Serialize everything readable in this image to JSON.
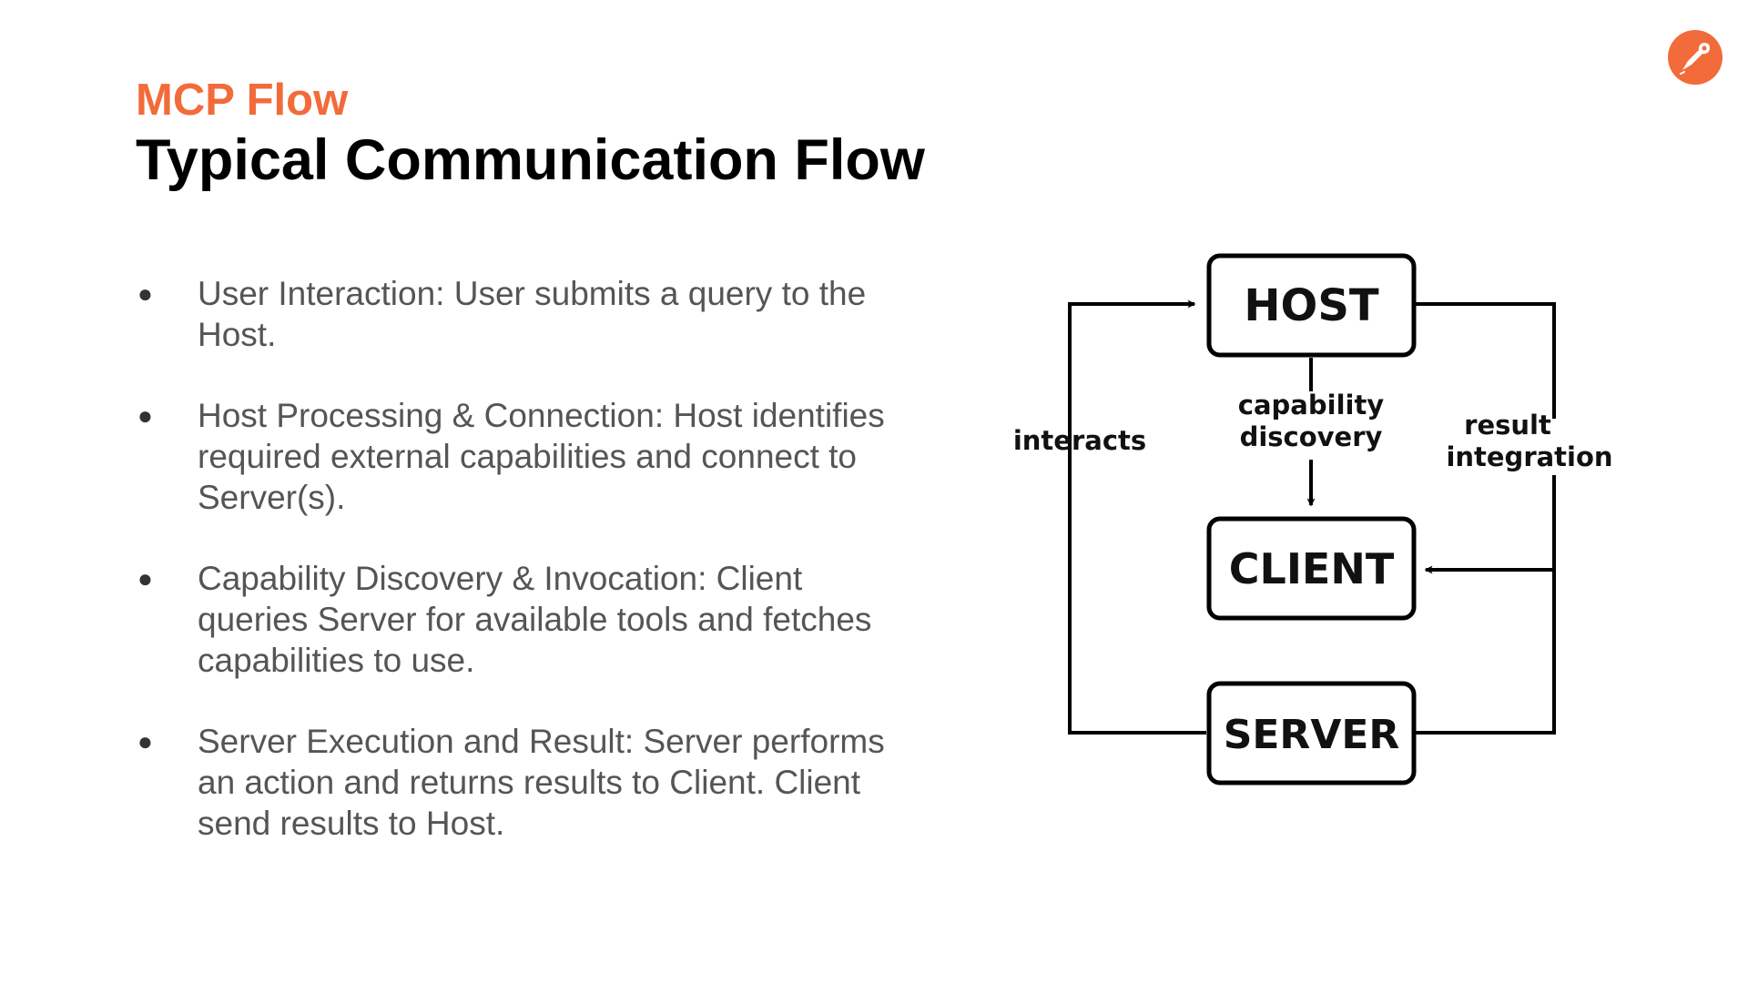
{
  "header": {
    "kicker": "MCP Flow",
    "title": "Typical Communication Flow",
    "logo_icon": "postman-rocket-icon",
    "accent_color": "#f26b3a"
  },
  "bullets": [
    {
      "marker": "●",
      "text": "User Interaction: User submits a query to the Host."
    },
    {
      "marker": "●",
      "text": "Host Processing & Connection: Host identifies required external capabilities and connect to Server(s)."
    },
    {
      "marker": "●",
      "text": "Capability Discovery & Invocation: Client queries Server for available tools and fetches capabilities to use."
    },
    {
      "marker": "●",
      "text": "Server Execution and Result: Server performs an action and returns results to Client. Client send results to Host."
    }
  ],
  "diagram": {
    "nodes": {
      "host": "HOST",
      "client": "CLIENT",
      "server": "SERVER"
    },
    "edges": {
      "interacts": "interacts",
      "capability_line1": "capability",
      "capability_line2": "discovery",
      "result_line1": "result",
      "result_line2": "integration"
    }
  }
}
